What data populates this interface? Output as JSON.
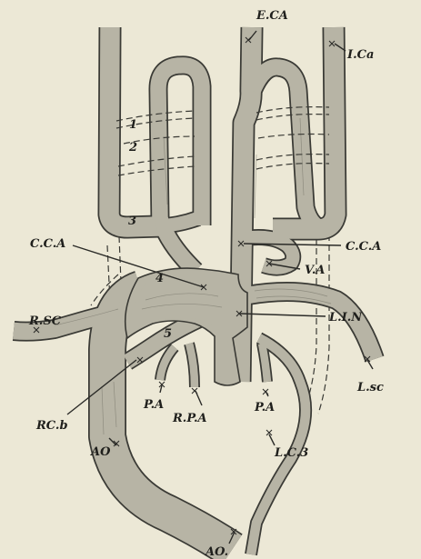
{
  "labels": {
    "eca": "E.CA",
    "ica": "I.Ca",
    "cca_left": "C.C.A",
    "cca_right": "C.C.A",
    "va": "V.A",
    "lin": "L.I.N",
    "rsc": "R.SC",
    "lsc": "L.sc",
    "rcb": "RC.b",
    "pa_left": "P.A",
    "rpa": "R.P.A",
    "pa_right": "P.A",
    "ao_left": "AO",
    "lc3": "L.C.3",
    "ao_bottom": "AO."
  },
  "arch_numbers": [
    "1",
    "2",
    "3",
    "4",
    "5"
  ]
}
